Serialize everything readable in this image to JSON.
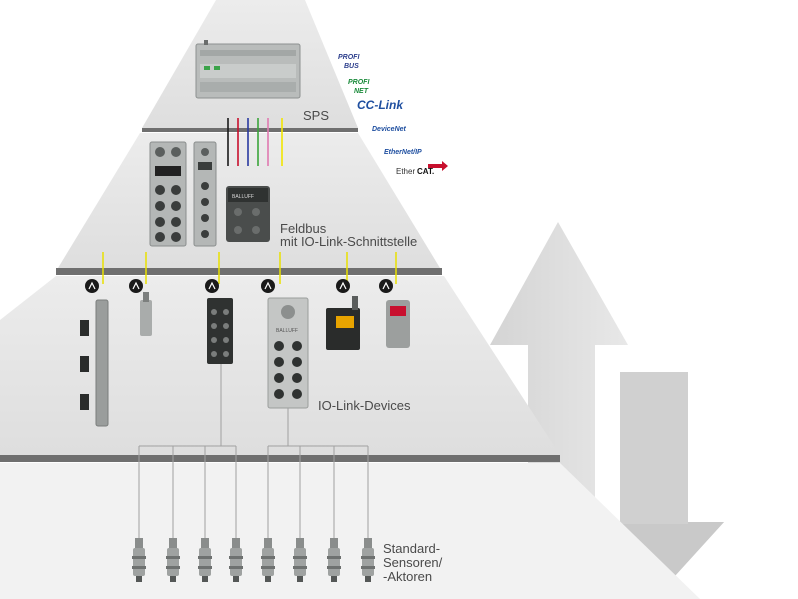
{
  "layers": {
    "sps": "SPS",
    "feldbus_line1": "Feldbus",
    "feldbus_line2": "mit IO-Link-Schnittstelle",
    "iolink": "IO-Link-Devices",
    "sensors_line1": "Standard-",
    "sensors_line2": "Sensoren/",
    "sensors_line3": "-Aktoren"
  },
  "protocols": {
    "profibus_line1": "PROFI",
    "profibus_line2": "BUS",
    "profinet_line1": "PROFI",
    "profinet_line2": "NET",
    "cclink": "CC-Link",
    "devicenet": "DeviceNet",
    "ethernetip": "EtherNet/IP",
    "ethercat_a": "Ether",
    "ethercat_b": "CAT."
  },
  "device_brand": "BALLUFF",
  "colors": {
    "pyramid_fill": "#e4e4e4",
    "arrow_fill": "#dcdcdc",
    "divider": "#6f6f6f",
    "connector": "#e8e000",
    "wire": "#a0a0a0",
    "profibus": "#2c3e8c",
    "profinet": "#1a8a3a",
    "cclink": "#1f4fa0"
  },
  "cable_colors": [
    "#1a1a1a",
    "#c8102e",
    "#2a3aa0",
    "#3aa53a",
    "#e07ab0",
    "#f2e600"
  ]
}
